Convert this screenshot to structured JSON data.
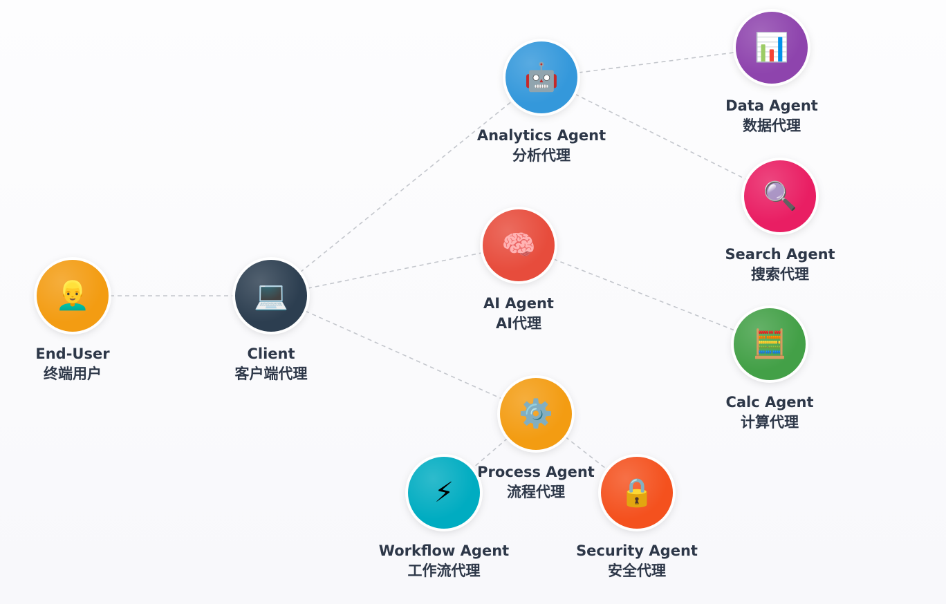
{
  "nodes": {
    "end_user": {
      "name": "End-User",
      "sub": "终端用户",
      "icon": "👱‍♂️",
      "color": "#f39c12",
      "icon_name": "person-icon"
    },
    "client": {
      "name": "Client",
      "sub": "客户端代理",
      "icon": "💻",
      "color": "#2c3e50",
      "icon_name": "laptop-icon"
    },
    "analytics": {
      "name": "Analytics Agent",
      "sub": "分析代理",
      "icon": "🤖",
      "color": "#3498db",
      "icon_name": "robot-icon"
    },
    "ai": {
      "name": "AI Agent",
      "sub": "AI代理",
      "icon": "🧠",
      "color": "#e74c3c",
      "icon_name": "brain-icon"
    },
    "process": {
      "name": "Process Agent",
      "sub": "流程代理",
      "icon": "⚙️",
      "color": "#f39c12",
      "icon_name": "gear-icon"
    },
    "data": {
      "name": "Data Agent",
      "sub": "数据代理",
      "icon": "📊",
      "color": "#8e44ad",
      "icon_name": "bar-chart-icon"
    },
    "search": {
      "name": "Search Agent",
      "sub": "搜索代理",
      "icon": "🔍",
      "color": "#e91e63",
      "icon_name": "magnifier-icon"
    },
    "calc": {
      "name": "Calc Agent",
      "sub": "计算代理",
      "icon": "🧮",
      "color": "#43a047",
      "icon_name": "abacus-icon"
    },
    "workflow": {
      "name": "Workflow Agent",
      "sub": "工作流代理",
      "icon": "⚡",
      "color": "#00acc1",
      "icon_name": "lightning-icon"
    },
    "security": {
      "name": "Security Agent",
      "sub": "安全代理",
      "icon": "🔒",
      "color": "#f4511e",
      "icon_name": "lock-icon"
    }
  },
  "edges": [
    [
      "end_user",
      "client"
    ],
    [
      "client",
      "analytics"
    ],
    [
      "client",
      "ai"
    ],
    [
      "client",
      "process"
    ],
    [
      "analytics",
      "data"
    ],
    [
      "analytics",
      "search"
    ],
    [
      "ai",
      "calc"
    ],
    [
      "process",
      "workflow"
    ],
    [
      "process",
      "security"
    ]
  ]
}
